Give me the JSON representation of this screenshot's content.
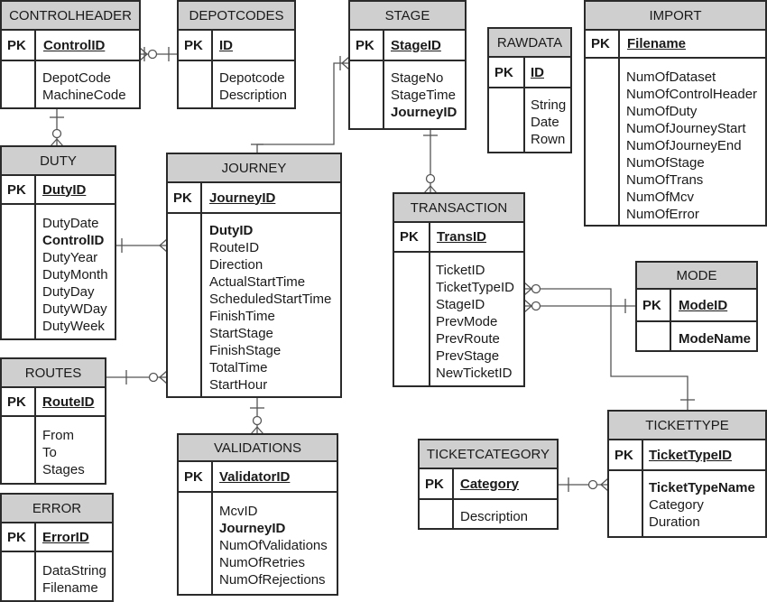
{
  "pk_label": "PK",
  "entities": {
    "controlheader": {
      "title": "CONTROLHEADER",
      "pk": "ControlID",
      "attrs": [
        "DepotCode",
        "MachineCode"
      ]
    },
    "depotcodes": {
      "title": "DEPOTCODES",
      "pk": "ID",
      "attrs": [
        "Depotcode",
        "Description"
      ]
    },
    "stage": {
      "title": "STAGE",
      "pk": "StageID",
      "attrs": [
        "StageNo",
        "StageTime",
        "JourneyID"
      ]
    },
    "rawdata": {
      "title": "RAWDATA",
      "pk": "ID",
      "attrs": [
        "String",
        "Date",
        "Rown"
      ]
    },
    "import": {
      "title": "IMPORT",
      "pk": "Filename",
      "attrs": [
        "NumOfDataset",
        "NumOfControlHeader",
        "NumOfDuty",
        "NumOfJourneyStart",
        "NumOfJourneyEnd",
        "NumOfStage",
        "NumOfTrans",
        "NumOfMcv",
        "NumOfError"
      ]
    },
    "duty": {
      "title": "DUTY",
      "pk": "DutyID",
      "attrs": [
        "DutyDate",
        "ControlID",
        "DutyYear",
        "DutyMonth",
        "DutyDay",
        "DutyWDay",
        "DutyWeek"
      ]
    },
    "journey": {
      "title": "JOURNEY",
      "pk": "JourneyID",
      "attrs": [
        "DutyID",
        "RouteID",
        "Direction",
        "ActualStartTime",
        "ScheduledStartTime",
        "FinishTime",
        "StartStage",
        "FinishStage",
        "TotalTime",
        "StartHour"
      ]
    },
    "transaction": {
      "title": "TRANSACTION",
      "pk": "TransID",
      "attrs": [
        "TicketID",
        "TicketTypeID",
        "StageID",
        "PrevMode",
        "PrevRoute",
        "PrevStage",
        "NewTicketID"
      ]
    },
    "mode": {
      "title": "MODE",
      "pk": "ModeID",
      "attrs": [
        "ModeName"
      ]
    },
    "routes": {
      "title": "ROUTES",
      "pk": "RouteID",
      "attrs": [
        "From",
        "To",
        "Stages"
      ]
    },
    "validations": {
      "title": "VALIDATIONS",
      "pk": "ValidatorID",
      "attrs": [
        "McvID",
        "JourneyID",
        "NumOfValidations",
        "NumOfRetries",
        "NumOfRejections"
      ]
    },
    "ticketcategory": {
      "title": "TICKETCATEGORY",
      "pk": "Category",
      "attrs": [
        "Description"
      ]
    },
    "tickettype": {
      "title": "TICKETTYPE",
      "pk": "TicketTypeID",
      "attrs": [
        "TicketTypeName",
        "Category",
        "Duration"
      ]
    },
    "error": {
      "title": "ERROR",
      "pk": "ErrorID",
      "attrs": [
        "DataString",
        "Filename"
      ]
    }
  }
}
